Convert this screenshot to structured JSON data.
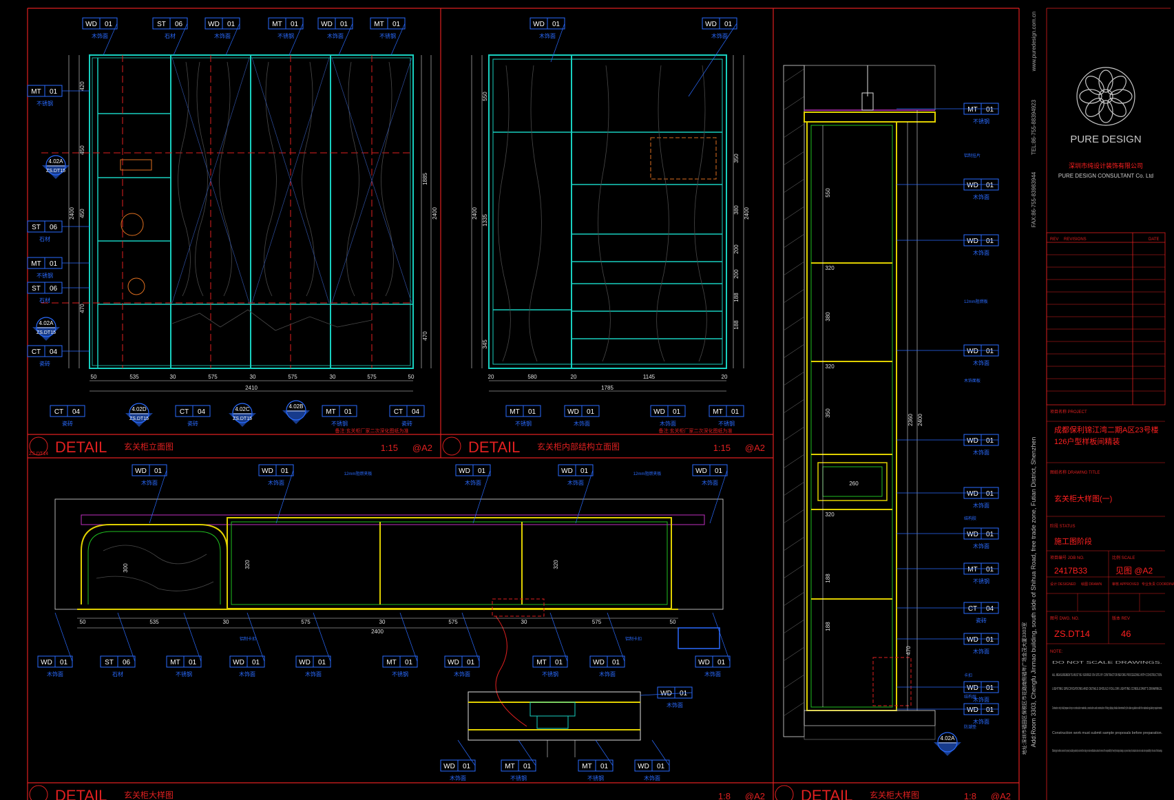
{
  "colors": {
    "background": "#000000",
    "frame": "#e02020",
    "cabinet": "#18d0c0",
    "dimension": "#e0e0e0",
    "annotation": "#2a6bff",
    "yellow": "#e0d000",
    "green": "#20c020",
    "magenta": "#c030c0",
    "title_red": "#ff2020"
  },
  "views": {
    "v1": {
      "label": "DETAIL",
      "code": "ZS.DT14",
      "title": "玄关柜立面图",
      "scale": "1:15",
      "paper": "@A2",
      "note": "备注:玄关柜厂家二次深化图纸为准"
    },
    "v2": {
      "label": "DETAIL",
      "title": "玄关柜内部结构立面图",
      "scale": "1:15",
      "paper": "@A2",
      "note": "备注:玄关柜厂家二次深化图纸为准"
    },
    "v3": {
      "label": "DETAIL",
      "title": "玄关柜大样图",
      "scale": "1:8",
      "paper": "@A2"
    },
    "v4": {
      "label": "DETAIL",
      "title": "玄关柜大样图",
      "scale": "1:8",
      "paper": "@A2"
    }
  },
  "tags": {
    "v1_top": [
      {
        "code": "WD",
        "num": "01",
        "desc": "木饰面"
      },
      {
        "code": "ST",
        "num": "06",
        "desc": "石材"
      },
      {
        "code": "WD",
        "num": "01",
        "desc": "木饰面"
      },
      {
        "code": "MT",
        "num": "01",
        "desc": "不锈钢"
      },
      {
        "code": "WD",
        "num": "01",
        "desc": "木饰面"
      },
      {
        "code": "MT",
        "num": "01",
        "desc": "不锈钢"
      }
    ],
    "v1_left": [
      {
        "code": "MT",
        "num": "01",
        "desc": "不锈钢"
      },
      {
        "code": "ST",
        "num": "06",
        "desc": "石材"
      },
      {
        "code": "MT",
        "num": "01",
        "desc": "不锈钢"
      },
      {
        "code": "ST",
        "num": "06",
        "desc": "石材"
      },
      {
        "code": "CT",
        "num": "04",
        "desc": "瓷砖"
      }
    ],
    "v1_bottom": [
      {
        "code": "CT",
        "num": "04",
        "desc": "瓷砖"
      },
      {
        "code": "CT",
        "num": "04",
        "desc": "瓷砖"
      },
      {
        "code": "MT",
        "num": "01",
        "desc": "不锈钢"
      },
      {
        "code": "CT",
        "num": "04",
        "desc": "瓷砖"
      }
    ],
    "v2_top": [
      {
        "code": "WD",
        "num": "01",
        "desc": "木饰面"
      },
      {
        "code": "WD",
        "num": "01",
        "desc": "木饰面"
      }
    ],
    "v2_bottom": [
      {
        "code": "MT",
        "num": "01",
        "desc": "不锈钢"
      },
      {
        "code": "WD",
        "num": "01",
        "desc": "木饰面"
      },
      {
        "code": "WD",
        "num": "01",
        "desc": "木饰面"
      },
      {
        "code": "MT",
        "num": "01",
        "desc": "不锈钢"
      }
    ],
    "v3_top": [
      {
        "code": "WD",
        "num": "01",
        "desc": "木饰面"
      },
      {
        "code": "WD",
        "num": "01",
        "desc": "木饰面"
      },
      {
        "code": "WD",
        "num": "01",
        "desc": "木饰面"
      },
      {
        "code": "WD",
        "num": "01",
        "desc": "木饰面"
      },
      {
        "code": "WD",
        "num": "01",
        "desc": "木饰面"
      }
    ],
    "v3_bottom": [
      {
        "code": "WD",
        "num": "01",
        "desc": "木饰面"
      },
      {
        "code": "ST",
        "num": "06",
        "desc": "石材"
      },
      {
        "code": "MT",
        "num": "01",
        "desc": "不锈钢"
      },
      {
        "code": "WD",
        "num": "01",
        "desc": "木饰面"
      },
      {
        "code": "WD",
        "num": "01",
        "desc": "木饰面"
      },
      {
        "code": "MT",
        "num": "01",
        "desc": "不锈钢"
      },
      {
        "code": "WD",
        "num": "01",
        "desc": "木饰面"
      },
      {
        "code": "MT",
        "num": "01",
        "desc": "不锈钢"
      },
      {
        "code": "WD",
        "num": "01",
        "desc": "木饰面"
      },
      {
        "code": "WD",
        "num": "01",
        "desc": "木饰面"
      }
    ],
    "v3_detail_bottom": [
      {
        "code": "WD",
        "num": "01",
        "desc": "木饰面"
      },
      {
        "code": "MT",
        "num": "01",
        "desc": "不锈钢"
      },
      {
        "code": "MT",
        "num": "01",
        "desc": "不锈钢"
      },
      {
        "code": "WD",
        "num": "01",
        "desc": "木饰面"
      }
    ],
    "v3_detail_right": {
      "code": "WD",
      "num": "01",
      "desc": "木饰面"
    },
    "v4_right": [
      {
        "code": "MT",
        "num": "01",
        "desc": "不锈钢"
      },
      {
        "code": "WD",
        "num": "01",
        "desc": "木饰面"
      },
      {
        "code": "WD",
        "num": "01",
        "desc": "木饰面"
      },
      {
        "code": "WD",
        "num": "01",
        "desc": "木饰面"
      },
      {
        "code": "WD",
        "num": "01",
        "desc": "木饰面"
      },
      {
        "code": "WD",
        "num": "01",
        "desc": "木饰面"
      },
      {
        "code": "WD",
        "num": "01",
        "desc": "木饰面"
      },
      {
        "code": "MT",
        "num": "01",
        "desc": "不锈钢"
      },
      {
        "code": "CT",
        "num": "04",
        "desc": "瓷砖"
      },
      {
        "code": "WD",
        "num": "01",
        "desc": "木饰面"
      },
      {
        "code": "WD",
        "num": "01",
        "desc": "木饰面"
      },
      {
        "code": "WD",
        "num": "01",
        "desc": "木饰面"
      }
    ]
  },
  "sections": {
    "s1": {
      "code": "4.02A",
      "sheet": "ZS.DT15"
    },
    "s2": {
      "code": "4.02D",
      "sheet": "ZS.DT15"
    },
    "s3": {
      "code": "4.02C",
      "sheet": "ZS.DT15"
    },
    "s4": {
      "code": "4.02B",
      "sheet": ""
    },
    "s5": {
      "code": "4.02A",
      "sheet": "ZS.DT15"
    },
    "s6": {
      "code": "4.02A",
      "sheet": ""
    }
  },
  "dims": {
    "v1_bottom": [
      "50",
      "535",
      "30",
      "575",
      "30",
      "575",
      "30",
      "575",
      "50"
    ],
    "v1_total": "2410",
    "v1_left": [
      "420",
      "450",
      "450",
      "470"
    ],
    "v1_left_total": "2400",
    "v1_right": [
      "1885",
      "470"
    ],
    "v1_right_total": "2400",
    "v2_bottom": [
      "20",
      "580",
      "20",
      "1145",
      "20"
    ],
    "v2_total": "1785",
    "v2_left": [
      "550",
      "1335",
      "345"
    ],
    "v2_left_total": "2400",
    "v2_right": [
      "350",
      "380",
      "200",
      "200",
      "188",
      "188"
    ],
    "v2_right_total": "2400",
    "v3_bottom": [
      "50",
      "535",
      "30",
      "575",
      "30",
      "575",
      "30",
      "575",
      "50"
    ],
    "v3_total": "2400",
    "v3_heights": [
      "320",
      "320",
      "300"
    ],
    "v4_inner": [
      "550",
      "320",
      "380",
      "320",
      "350",
      "260",
      "320",
      "188",
      "188"
    ],
    "v4_total": "2360",
    "v4_total2": "2400",
    "v4_470": "470"
  },
  "notes_v4": [
    "铝制挂片",
    "12mm阻燃板",
    "木饰面板",
    "结构胶",
    "卡扣",
    "结构层",
    "防潮垫"
  ],
  "notes_v3": [
    "12mm阻燃夹板",
    "12mm阻燃夹板",
    "铝制卡扣",
    "铝制卡扣"
  ],
  "title_block": {
    "website": "www.puredesign.com.cn",
    "tel": "TEL:86-755-88394923",
    "fax": "FAX:86-755-83983944",
    "address": "Add:Room 3303, Chengfu Jinmao building, south side of Shihua Road, free trade zone, Futian District, Shenzhen",
    "address_cn": "地址:深圳市福田区保税区市花路南侧福年广场金茂大厦3303室",
    "brand": "PURE DESIGN",
    "company_cn": "深圳市纯设计装饰有限公司",
    "company_en": "PURE DESIGN CONSULTANT Co. Ltd",
    "rev_header": [
      "REV",
      "REVISIONS",
      "DATE"
    ],
    "project_label": "项目名称 PROJECT",
    "project_name_1": "成都保利锦江湾二期A区23号楼",
    "project_name_2": "126户型样板间精装",
    "drawing_label": "图纸名称 DRAWING TITLE",
    "drawing_title": "玄关柜大样图(一)",
    "status_label": "阶段 STATUS",
    "status": "施工图阶段",
    "job_label": "项目编号 JOB NO.",
    "job_no": "2417B33",
    "scale_label": "比例 SCALE",
    "scale": "见图 @A2",
    "designed_label": "设计 DESIGNED",
    "drawn_label": "绘图 DRAWN",
    "approved_label": "审核 APPROVED",
    "coord_label": "专业负责 COORDINATED",
    "dwg_label": "图号 DWG. NO.",
    "dwg_no": "ZS.DT14",
    "rev_label": "版本 REV",
    "rev_no": "46",
    "notes_label": "NOTE:",
    "notes": [
      "DO NOT SCALE DRAWINGS.",
      "ALL MEASUREMENTS MUST BE VERIFIED ON SITE BY CONTRACTOR BEFORE PROCEEDING WITH CONSTRUCTION.",
      "LIGHTING SPECIFICATIONS AND DETAILS SHOULD FOLLOW LIGHTING CONSULTANT'S DRAWINGS.",
      "Contractor only shall prepare shop or construction materials, construction and construction of fixing display details determined by the date regulations with the national regulatory requirements.",
      "Construction work must submit sample proposals before preparation.",
      "Obtaining prior written consents for person (excluding workers) must mend the design or make modifications unless the terms of the responsibility of hereby the design drawings, no person deep of contractors does not on and sole responsibility to the costs of the drawings."
    ]
  }
}
